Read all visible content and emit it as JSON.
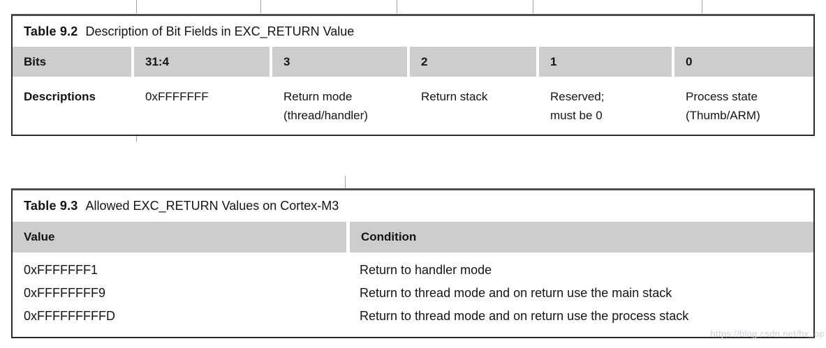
{
  "colors": {
    "header_cell_bg": "#cdcdcd",
    "table_top_border": "#4e4e4e",
    "table_border": "#2a2a2a",
    "text": "#141414",
    "watermark_text": "#cbcfd7",
    "page_bg": "#ffffff"
  },
  "watermark": "https://blog.csdn.net/hx_op",
  "table_9_2": {
    "title_label": "Table 9.2",
    "title_text": "Description of Bit Fields in EXC_RETURN Value",
    "columns": [
      "Bits",
      "31:4",
      "3",
      "2",
      "1",
      "0"
    ],
    "row_header": "Descriptions",
    "cells": [
      "0xFFFFFFF",
      "Return mode\n(thread/handler)",
      "Return stack",
      "Reserved;\nmust be 0",
      "Process state\n(Thumb/ARM)"
    ]
  },
  "table_9_3": {
    "title_label": "Table 9.3",
    "title_text": "Allowed EXC_RETURN Values on Cortex-M3",
    "columns": [
      "Value",
      "Condition"
    ],
    "rows": [
      {
        "value": "0xFFFFFFF1",
        "condition": "Return to handler mode"
      },
      {
        "value": "0xFFFFFFFF9",
        "condition": "Return to thread mode and on return use the main stack"
      },
      {
        "value": "0xFFFFFFFFFD",
        "condition": "Return to thread mode and on return use the process stack"
      }
    ]
  }
}
